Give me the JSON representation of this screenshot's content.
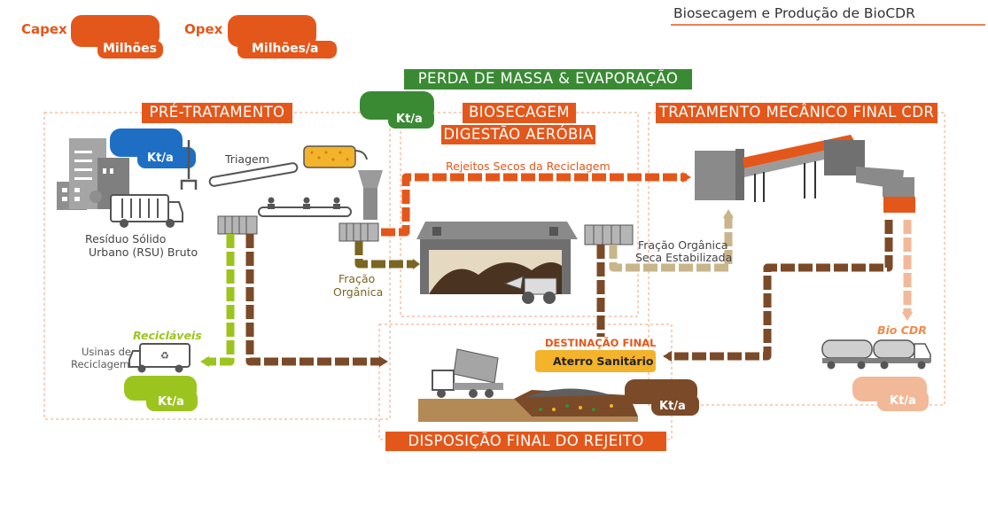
{
  "header": {
    "title": "Biosecagem e Produção de BioCDR",
    "capex_label": "Capex",
    "capex_unit": "Milhões",
    "opex_label": "Opex",
    "opex_unit": "Milhões/a"
  },
  "sections": {
    "perda": "PERDA DE MASSA & EVAPORAÇÃO",
    "pre": "PRÉ-TRATAMENTO",
    "bio1": "BIOSECAGEM",
    "bio2": "DIGESTÃO AERÓBIA",
    "tmf": "TRATAMENTO MECÂNICO FINAL CDR",
    "disp": "DISPOSIÇÃO FINAL DO REJEITO"
  },
  "flows": {
    "ktla": "Kt/a",
    "rejeitos": "Rejeitos Secos da Reciclagem",
    "fracao_organica_1": "Fração",
    "fracao_organica_2": "Orgânica",
    "fracao_seca_1": "Fração Orgânica",
    "fracao_seca_2": "Seca Estabilizada",
    "triagem": "Triagem",
    "rsu_1": "Resíduo Sólido",
    "rsu_2": "Urbano (RSU) Bruto",
    "reciclaveis": "Recicláveis",
    "usinas_1": "Usinas de",
    "usinas_2": "Reciclagem",
    "destinacao": "DESTINAÇÃO FINAL",
    "aterro": "Aterro Sanitário",
    "biocdr": "Bio CDR"
  },
  "colors": {
    "orange": "#e4571b",
    "green": "#3a8a34",
    "blue": "#1e6fc4",
    "lime": "#9cc41f",
    "brown": "#7b4a28",
    "olive": "#7a6620",
    "tan": "#c9b58a",
    "peach": "#f2b999",
    "yellow": "#f3b32a"
  }
}
